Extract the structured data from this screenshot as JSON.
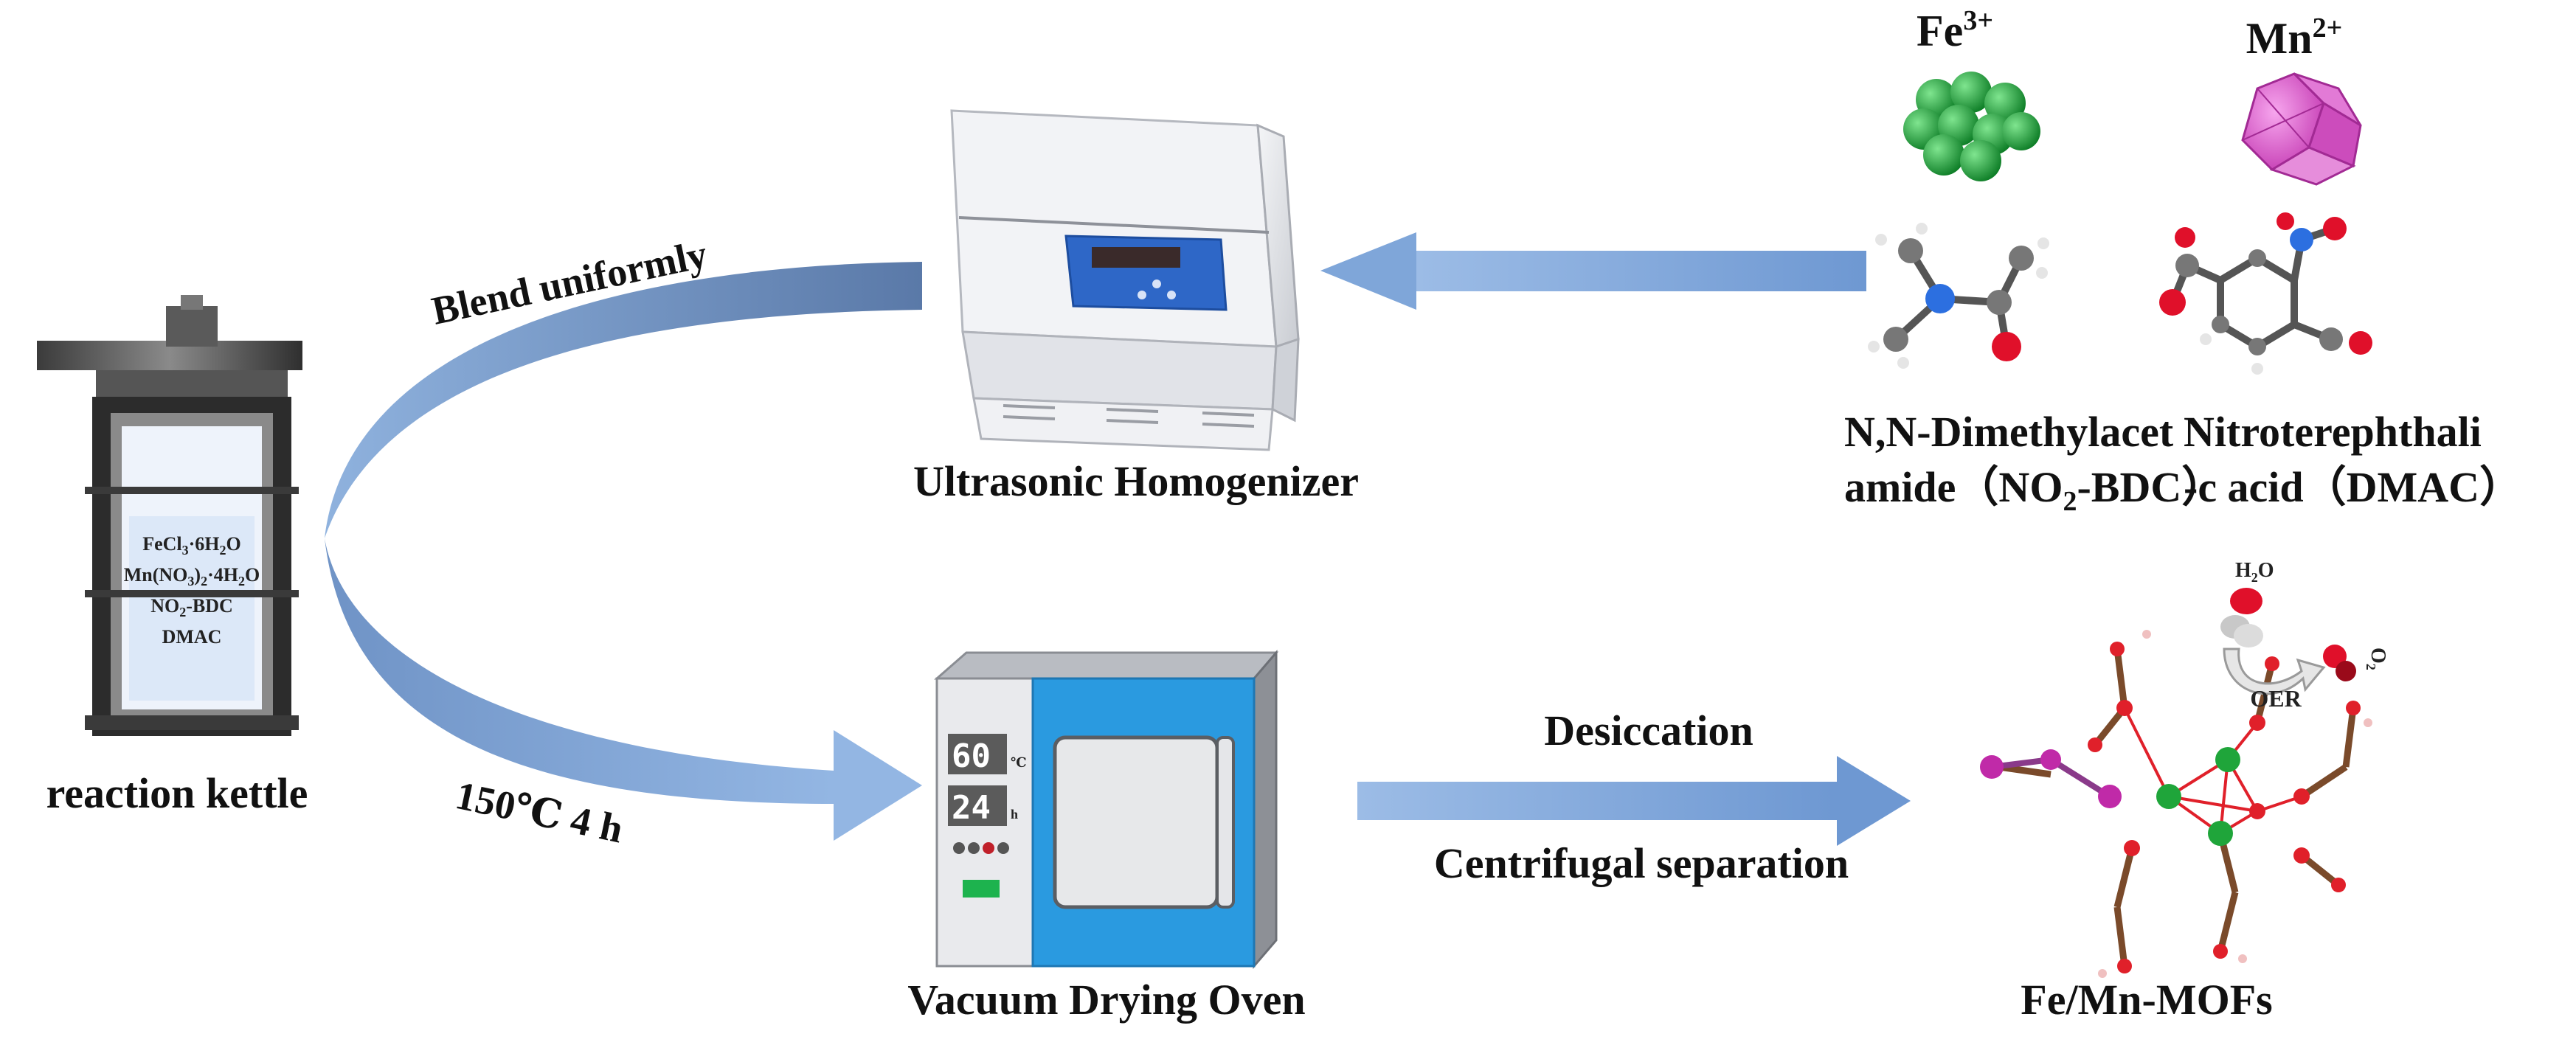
{
  "colors": {
    "arrow": "#7fa6d9",
    "arc_dark": "#5f7fae",
    "fe": "#1fa53a",
    "mn": "#d64fc4",
    "oven_blue": "#2a9ae0"
  },
  "labels": {
    "reaction_kettle": "reaction kettle",
    "ultrasonic": "Ultrasonic Homogenizer",
    "vacuum_oven": "Vacuum Drying Oven",
    "product": "Fe/Mn-MOFs",
    "blend": "Blend uniformly",
    "temp_time": "150℃  4 h",
    "desiccation": "Desiccation",
    "centrifugal": "Centrifugal separation",
    "fe_base": "Fe",
    "fe_sup": "3+",
    "mn_base": "Mn",
    "mn_sup": "2+",
    "dmac_line1": "N,N-Dimethylacet",
    "dmac_line2_a": "amide（NO",
    "dmac_line2_sub": "2",
    "dmac_line2_b": "-BDC）",
    "nitro_line1": "Nitroterephthali",
    "nitro_line2": "-c acid（DMAC）",
    "h2o_a": "H",
    "h2o_sub": "2",
    "h2o_b": "O",
    "o2_a": "O",
    "o2_sub": "2",
    "oer": "OER"
  },
  "kettle": {
    "r1_a": "FeCl",
    "r1_sub": "3",
    "r1_b": "·6H",
    "r1_sub2": "2",
    "r1_c": "O",
    "r2_a": "Mn(NO",
    "r2_sub": "3",
    "r2_b": ")",
    "r2_sub2": "2",
    "r2_c": "·4H",
    "r2_sub3": "2",
    "r2_d": "O",
    "r3_a": "NO",
    "r3_sub": "2",
    "r3_b": "-BDC",
    "r4": "DMAC"
  },
  "oven": {
    "temp_value": "60",
    "temp_unit": "℃",
    "time_value": "24",
    "time_unit": "h"
  }
}
